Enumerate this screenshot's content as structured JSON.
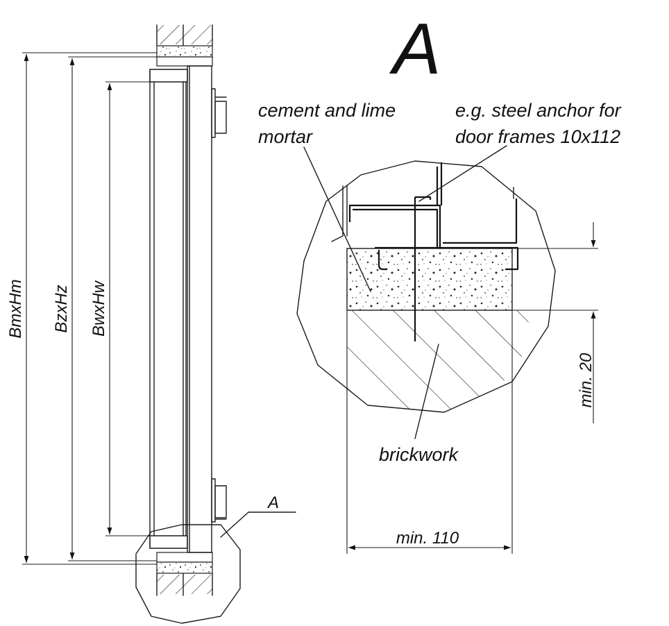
{
  "detail": {
    "title": "A",
    "callout": "A",
    "labels": {
      "mortar_line1": "cement and lime",
      "mortar_line2": "mortar",
      "anchor_line1": "e.g. steel anchor for",
      "anchor_line2": "door frames 10x112",
      "brickwork": "brickwork"
    },
    "dimensions": {
      "depth": "min. 20",
      "width": "min. 110"
    }
  },
  "elevation": {
    "dimensions": {
      "outer": "BmxHm",
      "frame": "BzxHz",
      "opening": "BwxHw"
    }
  },
  "colors": {
    "line": "#1a1a1a",
    "background": "#ffffff"
  }
}
